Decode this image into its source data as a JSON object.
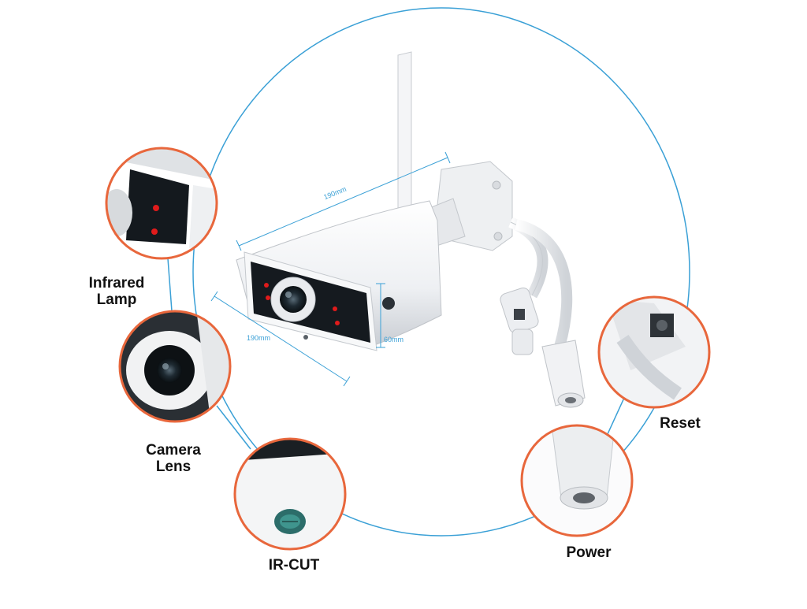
{
  "callouts": {
    "infrared_lamp": "Infrared\nLamp",
    "camera_lens": "Camera\nLens",
    "ir_cut": "IR-CUT",
    "reset": "Reset",
    "power": "Power"
  },
  "dimensions": {
    "length_top": "190mm",
    "length_bottom": "190mm",
    "height": "60mm"
  },
  "colors": {
    "ring": "#3aa0d6",
    "callout_border": "#e8673c",
    "ir_led": "#e01b1b",
    "body": "#f2f3f5"
  }
}
